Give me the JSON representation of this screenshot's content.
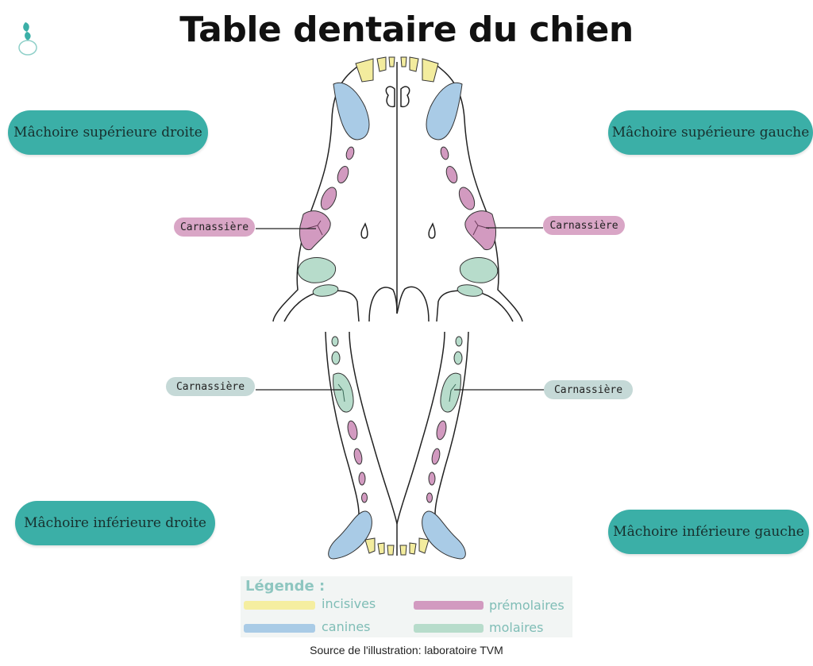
{
  "title": "Table dentaire du chien",
  "pills": {
    "upper_right": "Mâchoire supérieure droite",
    "upper_left": "Mâchoire supérieure gauche",
    "lower_right": "Mâchoire inférieure droite",
    "lower_left": "Mâchoire inférieure gauche"
  },
  "tags": {
    "upper_right": "Carnassière",
    "upper_left": "Carnassière",
    "lower_right": "Carnassière",
    "lower_left": "Carnassière"
  },
  "legend": {
    "title": "Légende :",
    "items": [
      {
        "label": "incisives",
        "color": "#f5eea0"
      },
      {
        "label": "prémolaires",
        "color": "#d29ac0"
      },
      {
        "label": "canines",
        "color": "#a9cbe6"
      },
      {
        "label": "molaires",
        "color": "#b7dccb"
      }
    ]
  },
  "source": "Source de l'illustration: laboratoire TVM",
  "colors": {
    "teal": "#3bafa7",
    "incisor": "#f3ec9e",
    "canine": "#a9cbe6",
    "premolar": "#d29ac0",
    "molar": "#b7dccb"
  }
}
